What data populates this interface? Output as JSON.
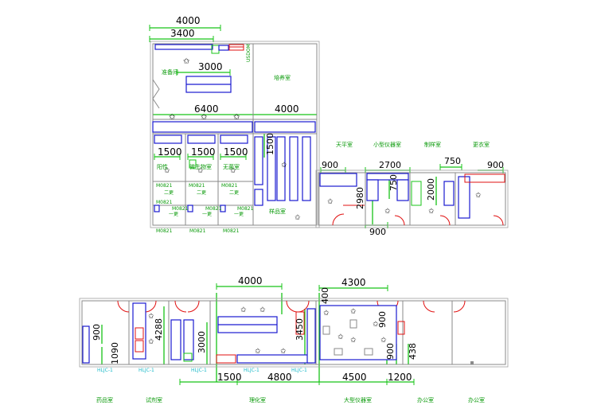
{
  "upper_plan": {
    "dimensions": {
      "d4000_top": "4000",
      "d3400": "3400",
      "d3000": "3000",
      "d6400": "6400",
      "d4000_right": "4000",
      "d1500_a": "1500",
      "d1500_b": "1500",
      "d1500_c": "1500",
      "d1500_v": "1500",
      "d900_a": "900",
      "d2700": "2700",
      "d750_a": "750",
      "d900_b": "900",
      "d750_b": "750",
      "d2980": "2980",
      "d2000": "2000",
      "d900_c": "900"
    },
    "rooms": {
      "prep": "准备间",
      "culture": "培养室",
      "balance": "天平室",
      "small_instrument": "小型仪器室",
      "sample_prep": "制样室",
      "change": "更衣室",
      "positive": "阳性",
      "micro_limit": "微生物室",
      "sterile": "无菌室",
      "sample": "样品室"
    },
    "tags": {
      "usdom": "USDOM",
      "m0821_1": "M0821",
      "m0821_2": "M0821",
      "m0821_3": "M0821",
      "m0821_4": "M0821",
      "m0821_5": "M0821",
      "m0821_6": "M0821",
      "m0821_7": "M0821",
      "m0821_8": "M0821",
      "m0821_9": "M0821",
      "m0821_10": "M0821",
      "second_change_1": "二更",
      "second_change_2": "二更",
      "second_change_3": "二更",
      "first_change_1": "一更",
      "first_change_2": "一更",
      "first_change_3": "一更"
    }
  },
  "lower_plan": {
    "dimensions": {
      "d4000": "4000",
      "d4300": "4300",
      "d400": "400",
      "d900_a": "900",
      "d1090": "1090",
      "d4288": "4288",
      "d3000": "3000",
      "d3450": "3450",
      "d900_b": "900",
      "d900_c": "900",
      "d438": "438",
      "d1500": "1500",
      "d4800": "4800",
      "d4500": "4500",
      "d1200": "1200"
    },
    "rooms": {
      "reagent": "药品室",
      "reagent2": "试剂室",
      "physchem": "理化室",
      "large_instrument": "大型仪器室",
      "office_1": "办公室",
      "office_2": "办公室"
    },
    "tags": {
      "hljc_1": "HLJC-1",
      "hljc_2": "HLJC-1",
      "hljc_3": "HLJC-1",
      "hljc_4": "HLJC-1",
      "hljc_5": "HLJC-1"
    }
  },
  "colors": {
    "wall": "#8a8a8a",
    "dimension_line": "#18c418",
    "furniture": "#1a1ad0",
    "door": "#e01010",
    "label": "#0a9a0a",
    "tag_cyan": "#18b8c8"
  }
}
